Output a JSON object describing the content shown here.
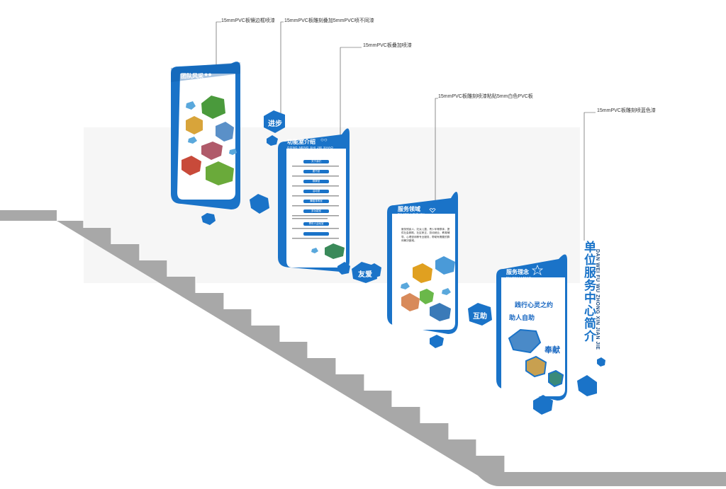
{
  "callouts": {
    "c1": "15mmPVC板镶边框喷漆",
    "c2": "15mmPVC板雕刻叠加5mmPVC喷不同漆",
    "c3": "15mmPVC板叠加喷漆",
    "c4": "15mmPVC板雕刻喷漆粘贴5mm白色PVC板",
    "c5": "15mmPVC板雕刻喷蓝色漆"
  },
  "panels": {
    "team": {
      "title": "团队风采",
      "subtitle": "QI YE FENG CAI"
    },
    "func": {
      "title": "功能室介绍",
      "subtitle": "GONG NENG SHI JIE SHAO",
      "sections": [
        "关于我们",
        "图书室",
        "棋牌室",
        "活动室",
        "舞蹈排练室",
        "多功能室",
        "青年人活动室"
      ]
    },
    "service_area": {
      "title": "服务领域",
      "subtitle": "FU WU LING YU",
      "body": "服务残疾人、妇女儿童、青少年等群体，提供社会救助、社区矫正、劳动就业、教育辅导、心理咨询等专业服务，帮助有需要的群体解决困难。"
    },
    "service_idea": {
      "title": "服务理念",
      "subtitle": "FU WU LI NIAN",
      "slogan1": "践行心灵之约",
      "slogan2": "助人自助",
      "slogan3": "奉献"
    }
  },
  "badges": {
    "b1": "进步",
    "b2": "友爱",
    "b3": "互助"
  },
  "main_title": {
    "chinese": "单位服务中心简介",
    "pinyin": "DAN WEI FU WU ZHONG XIN JIAN JIE"
  },
  "colors": {
    "blue": "#1a73c8",
    "dark_blue": "#0d5aa7",
    "stair_gray": "#a8a8a8"
  }
}
